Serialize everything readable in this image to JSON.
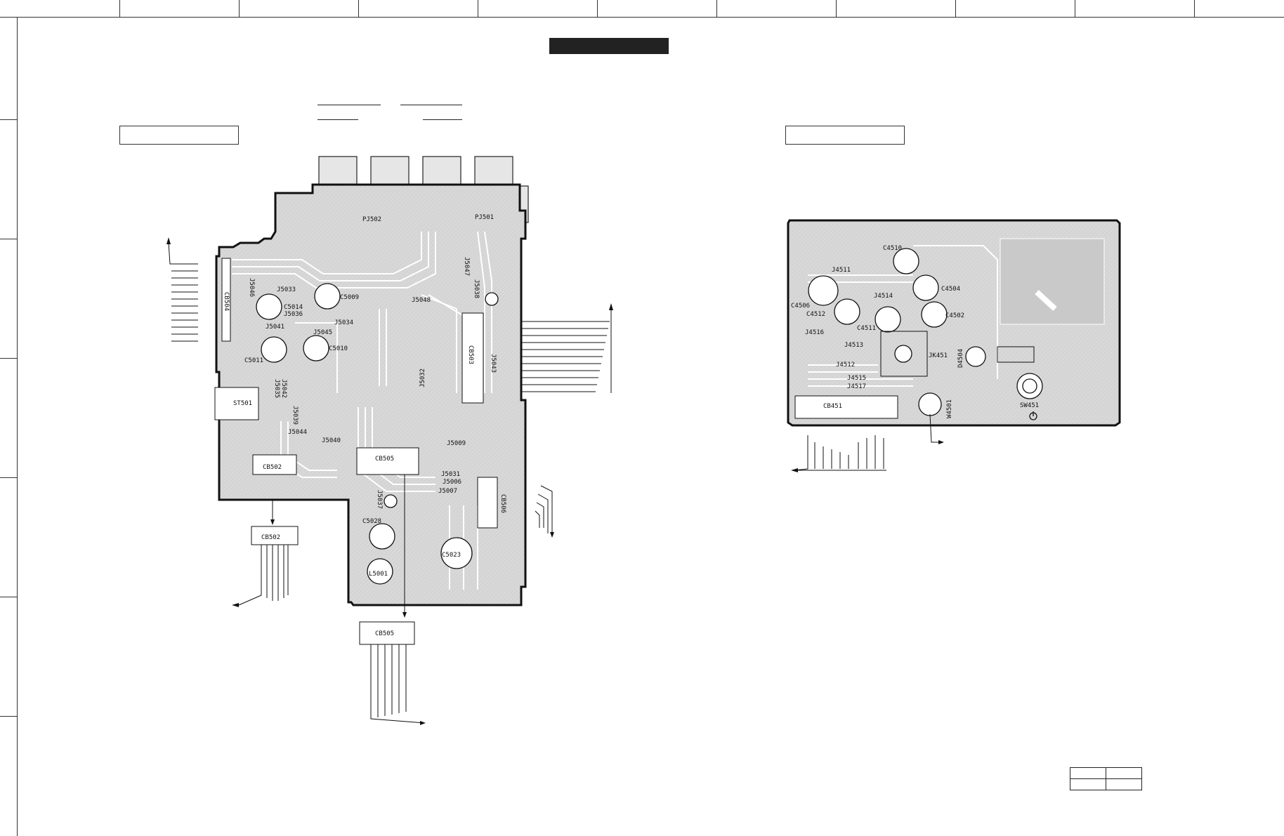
{
  "left_board": {
    "components": [
      "PJ502",
      "PJ501",
      "J5046",
      "CB504",
      "J5033",
      "C5009",
      "C5014",
      "J5036",
      "J5034",
      "J5041",
      "J5045",
      "C5010",
      "C5011",
      "J5042",
      "J5035",
      "ST501",
      "J5039",
      "J5044",
      "J5040",
      "CB502",
      "J5047",
      "J5048",
      "J5038",
      "CB503",
      "J5043",
      "J5032",
      "J5009",
      "CB505",
      "J5031",
      "J5006",
      "J5007",
      "J5037",
      "C5028",
      "CB506",
      "C5023",
      "L5001"
    ],
    "connectors": {
      "cb502": "CB502",
      "cb505": "CB505"
    }
  },
  "right_board": {
    "components": [
      "C4510",
      "J4511",
      "J4514",
      "C4504",
      "C4506",
      "C4512",
      "C4502",
      "C4511",
      "J4516",
      "J4513",
      "JK451",
      "D4504",
      "J4512",
      "J4515",
      "J4517",
      "CB451",
      "W4501",
      "SW451"
    ]
  },
  "colors": {
    "board_fill": "#d6d6d6",
    "trace": "#ffffff",
    "outline": "#111111"
  }
}
